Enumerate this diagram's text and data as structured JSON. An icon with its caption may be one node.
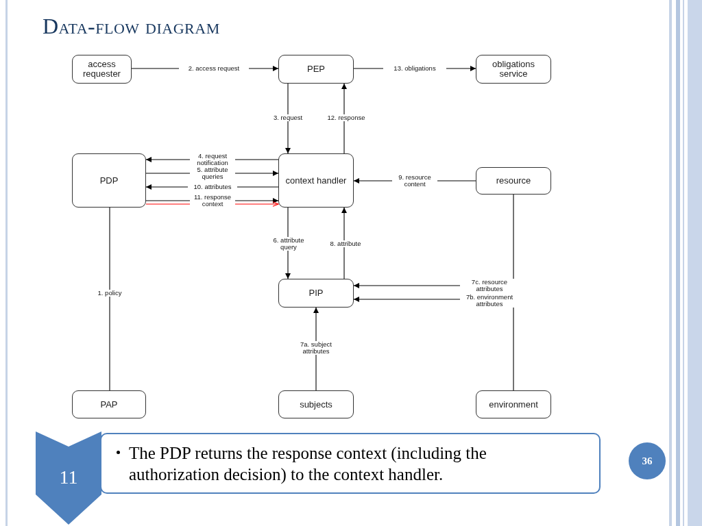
{
  "diagram": {
    "title": "Data-flow diagram",
    "nodes": [
      {
        "text": [
          "access requester"
        ]
      },
      {
        "text": [
          "PEP"
        ]
      },
      {
        "text": [
          "obligations service"
        ]
      },
      {
        "text": [
          "PDP"
        ]
      },
      {
        "text": [
          "context handler"
        ]
      },
      {
        "text": [
          "resource"
        ]
      },
      {
        "text": [
          "PIP"
        ]
      },
      {
        "text": [
          "PAP"
        ]
      },
      {
        "text": [
          "subjects"
        ]
      },
      {
        "text": [
          "environment"
        ]
      },
      {
        "text": [
          "11"
        ]
      },
      {
        "text": [
          "The PDP returns the response context (including the authorization decision) to the context handler."
        ]
      },
      {
        "text": [
          "36"
        ]
      }
    ],
    "edges": [
      {
        "from": 0,
        "to": 1,
        "arrow": "to",
        "label": "2. access request"
      },
      {
        "from": 1,
        "to": 2,
        "arrow": "to",
        "label": "13. obligations"
      },
      {
        "from": 1,
        "to": 4,
        "arrow": "to",
        "label": "3. request"
      },
      {
        "from": 4,
        "to": 1,
        "arrow": "to",
        "label": "12. response"
      },
      {
        "from": 4,
        "to": 3,
        "arrow": "to",
        "label": "4. request notification"
      },
      {
        "from": 3,
        "to": 4,
        "arrow": "to",
        "label": "5. attribute queries"
      },
      {
        "from": 4,
        "to": 3,
        "arrow": "to",
        "label": "10. attributes"
      },
      {
        "from": 3,
        "to": 4,
        "arrow": "to",
        "label": "11. response context"
      },
      {
        "from": 3,
        "to": 4,
        "arrow": "to",
        "color": "#ff0000"
      },
      {
        "from": 5,
        "to": 4,
        "arrow": "to",
        "label": "9. resource content"
      },
      {
        "from": 4,
        "to": 6,
        "arrow": "to",
        "label": "6. attribute query"
      },
      {
        "from": 6,
        "to": 4,
        "arrow": "to",
        "label": "8. attribute"
      },
      {
        "from": 5,
        "to": 6,
        "arrow": "to",
        "label": "7c. resource attributes"
      },
      {
        "from": 9,
        "to": 6,
        "arrow": "to",
        "label": "7b. environment attributes"
      },
      {
        "from": 8,
        "to": 6,
        "arrow": "to",
        "label": "7a. subject attributes"
      },
      {
        "from": 7,
        "to": 3,
        "arrow": "none",
        "label": "1. policy"
      }
    ]
  }
}
